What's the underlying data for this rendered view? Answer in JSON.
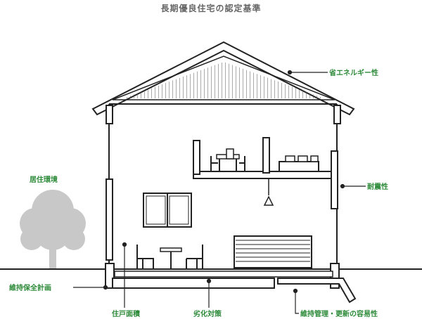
{
  "title": "長期優良住宅の認定基準",
  "labels": {
    "energy": "省エネルギー性",
    "earthquake": "耐震性",
    "environment": "居住環境",
    "maintenance_plan": "維持保全計画",
    "floor_area": "住戸面積",
    "deterioration": "劣化対策",
    "maintenance_ease": "維持管理・更新の容易性"
  },
  "colors": {
    "label": "#2e8b3a",
    "title": "#666666",
    "line": "#222222",
    "tree": "#c8c8c8"
  }
}
